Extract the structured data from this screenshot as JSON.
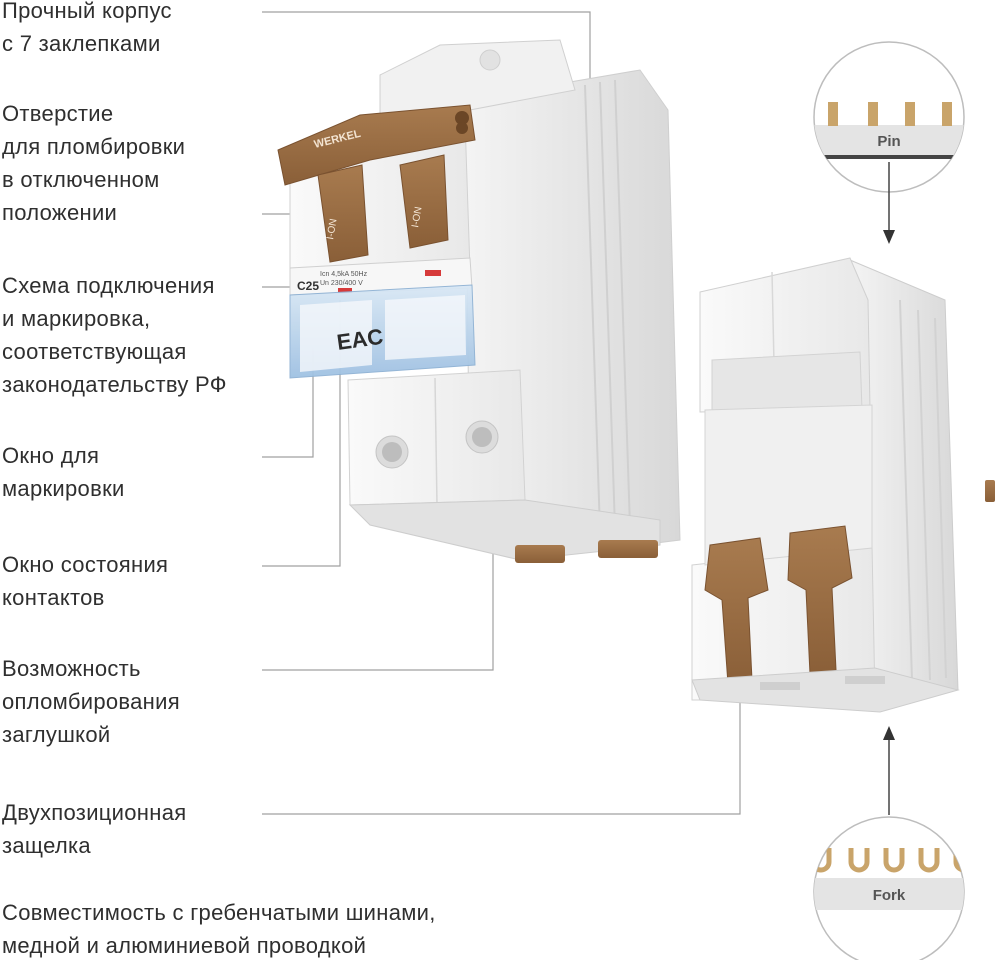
{
  "annotations": [
    {
      "id": "housing",
      "lines": [
        "Прочный корпус",
        "с 7 заклепками"
      ]
    },
    {
      "id": "seal-hole",
      "lines": [
        "Отверстие",
        "для пломбировки",
        "в отключенном",
        "положении"
      ]
    },
    {
      "id": "scheme",
      "lines": [
        "Схема подключения",
        "и маркировка,",
        "соответствующая",
        "законодательству РФ"
      ]
    },
    {
      "id": "marking-window",
      "lines": [
        "Окно для",
        "маркировки"
      ]
    },
    {
      "id": "status-window",
      "lines": [
        "Окно состояния",
        "контактов"
      ]
    },
    {
      "id": "sealing-plug",
      "lines": [
        "Возможность",
        "опломбирования",
        "заглушкой"
      ]
    },
    {
      "id": "latch",
      "lines": [
        "Двухпозиционная",
        "защелка"
      ]
    },
    {
      "id": "busbar",
      "lines": [
        "Совместимость с гребенчатыми шинами,",
        "медной и алюминиевой проводкой"
      ]
    }
  ],
  "device": {
    "brand": "WERKEL",
    "lever_text": "I-ON",
    "rating": "C25",
    "spec_line1": "Icn 4,5kA 50Hz",
    "spec_line2": "Un 230/400 V",
    "cert_mark": "EAC"
  },
  "insets": {
    "pin_label": "Pin",
    "fork_label": "Fork"
  },
  "colors": {
    "lever": "#9b6e44",
    "housing": "#ececec",
    "window": "#a9c9e6",
    "leader": "#9a9a9a",
    "text": "#2f2f2f"
  }
}
